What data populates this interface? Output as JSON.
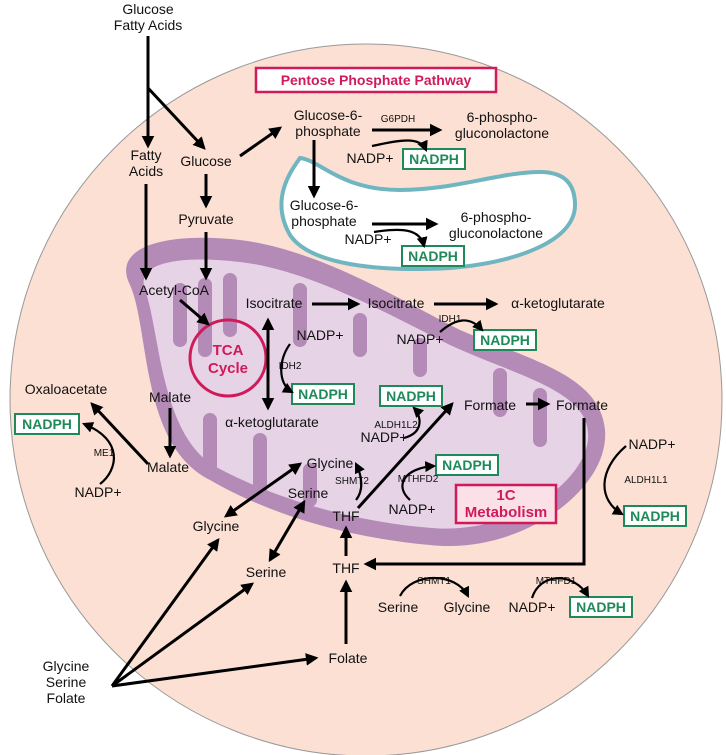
{
  "colors": {
    "cell": "#fbe0d3",
    "mito_outer": "#b48ab6",
    "mito_inner": "#e6d3e6",
    "er_fill": "#ffffff",
    "er_stroke": "#6fb6c0",
    "accent": "#d01a5a",
    "nadph": "#1e8a5a"
  },
  "titles": {
    "ppp": "Pentose Phosphate Pathway",
    "tca_line1": "TCA",
    "tca_line2": "Cycle",
    "onec_line1": "1C",
    "onec_line2": "Metabolism"
  },
  "inputs": {
    "top_line1": "Glucose",
    "top_line2": "Fatty Acids",
    "bottom_line1": "Glycine",
    "bottom_line2": "Serine",
    "bottom_line3": "Folate"
  },
  "metabolites": {
    "fatty_acids_1": "Fatty",
    "fatty_acids_2": "Acids",
    "glucose": "Glucose",
    "pyruvate": "Pyruvate",
    "acetyl_coa": "Acetyl-CoA",
    "g6p_1": "Glucose-6-",
    "g6p_2": "phosphate",
    "pgl_1": "6-phospho-",
    "pgl_2": "gluconolactone",
    "er_g6p_1": "Glucose-6-",
    "er_g6p_2": "phosphate",
    "er_pgl_1": "6-phospho-",
    "er_pgl_2": "gluconolactone",
    "isocitrate_m": "Isocitrate",
    "isocitrate_c": "Isocitrate",
    "akg_c": "α-ketoglutarate",
    "akg_m": "α-ketoglutarate",
    "malate_m": "Malate",
    "malate_c": "Malate",
    "oxaloacetate": "Oxaloacetate",
    "formate_m": "Formate",
    "formate_c": "Formate",
    "glycine_m": "Glycine",
    "serine_m": "Serine",
    "thf_m": "THF",
    "thf_c": "THF",
    "glycine_c": "Glycine",
    "serine_c": "Serine",
    "serine_shmt1": "Serine",
    "glycine_shmt1": "Glycine",
    "folate": "Folate"
  },
  "cofactors": {
    "nadp": "NADP+",
    "nadph": "NADPH"
  },
  "enzymes": {
    "g6pdh": "G6PDH",
    "idh2": "IDH2",
    "idh1": "IDH1",
    "me1": "ME1",
    "aldh1l2": "ALDH1L2",
    "aldh1l1": "ALDH1L1",
    "shmt2": "SHMT2",
    "mthfd2": "MTHFD2",
    "shmt1": "SHMT1",
    "mthfd1": "MTHFD1"
  }
}
